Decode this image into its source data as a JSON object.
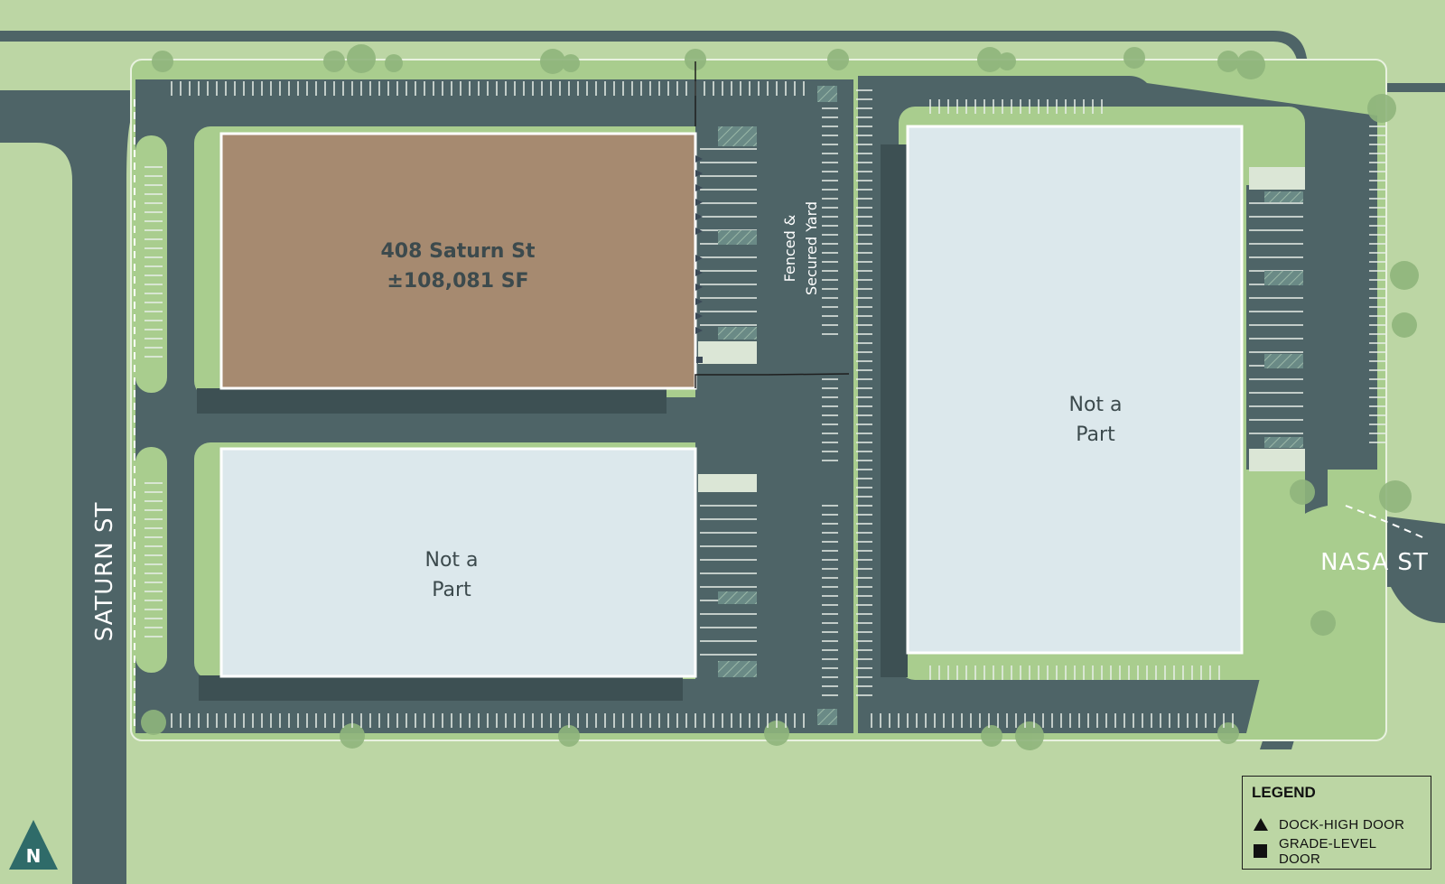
{
  "map": {
    "subject_building": {
      "name": "408 Saturn St",
      "area": "±108,081 SF"
    },
    "other_buildings": [
      {
        "line1": "Not a",
        "line2": "Part"
      },
      {
        "line1": "Not a",
        "line2": "Part"
      }
    ],
    "yard_label": {
      "line1": "Fenced &",
      "line2": "Secured Yard"
    },
    "streets": {
      "west": "SATURN ST",
      "east": "NASA ST"
    },
    "north_arrow": "N",
    "colors": {
      "grass": "#bcd6a4",
      "pavement": "#4e6467",
      "subject_building": "#a68a70",
      "other_building": "#dce8ec",
      "landscape_strip": "#a9cd8e"
    }
  },
  "legend": {
    "title": "LEGEND",
    "items": [
      {
        "icon": "dock-high-door-icon",
        "label": "DOCK-HIGH DOOR"
      },
      {
        "icon": "grade-level-door-icon",
        "label": "GRADE-LEVEL DOOR"
      }
    ]
  }
}
